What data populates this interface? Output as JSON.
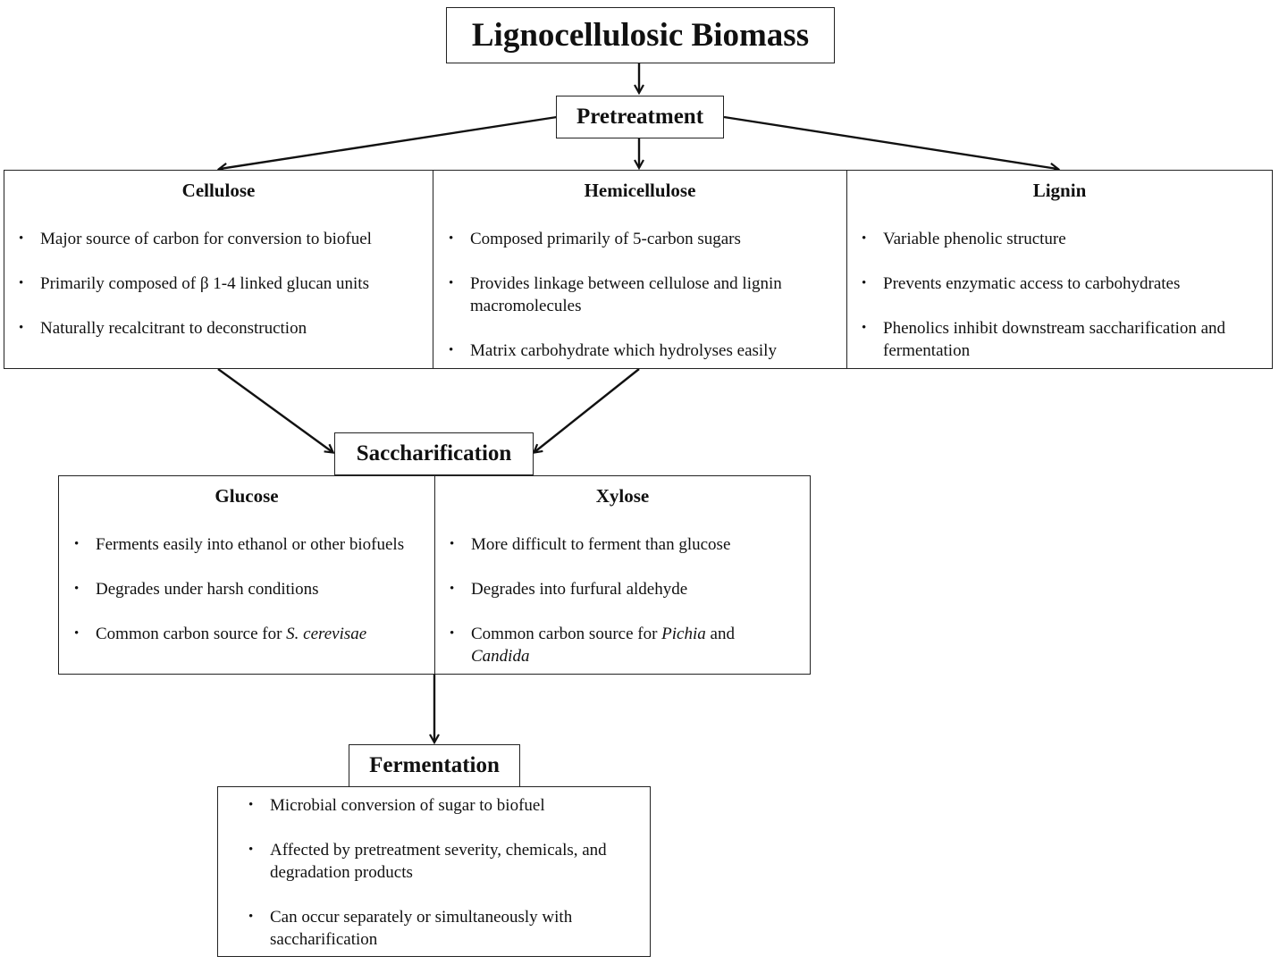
{
  "title": "Lignocellulosic Biomass",
  "pretreatment": "Pretreatment",
  "components": [
    {
      "heading": "Cellulose",
      "bullets": [
        "Major source of carbon for conversion to biofuel",
        "Primarily composed of β 1-4 linked glucan units",
        "Naturally recalcitrant to deconstruction"
      ]
    },
    {
      "heading": "Hemicellulose",
      "bullets": [
        "Composed primarily of 5-carbon sugars",
        "Provides linkage between cellulose and lignin macromolecules",
        "Matrix carbohydrate which hydrolyses easily"
      ]
    },
    {
      "heading": "Lignin",
      "bullets": [
        "Variable phenolic structure",
        "Prevents enzymatic access to carbohydrates",
        "Phenolics inhibit downstream saccharification and fermentation"
      ]
    }
  ],
  "saccharification": "Saccharification",
  "sugars": [
    {
      "heading": "Glucose",
      "bullets": [
        {
          "text": "Ferments easily into ethanol or other biofuels"
        },
        {
          "text": "Degrades under harsh conditions"
        },
        {
          "text": "Common carbon source for ",
          "em": "S. cerevisae"
        }
      ]
    },
    {
      "heading": "Xylose",
      "bullets": [
        {
          "text": "More difficult to ferment than glucose"
        },
        {
          "text": "Degrades into furfural aldehyde"
        },
        {
          "text": "Common carbon source for ",
          "em": "Pichia",
          "text2": " and ",
          "em2": "Candida"
        }
      ]
    }
  ],
  "fermentation": "Fermentation",
  "fermentation_bullets": [
    "Microbial conversion of sugar to biofuel",
    "Affected by pretreatment severity, chemicals, and degradation products",
    "Can occur separately or simultaneously with saccharification"
  ]
}
